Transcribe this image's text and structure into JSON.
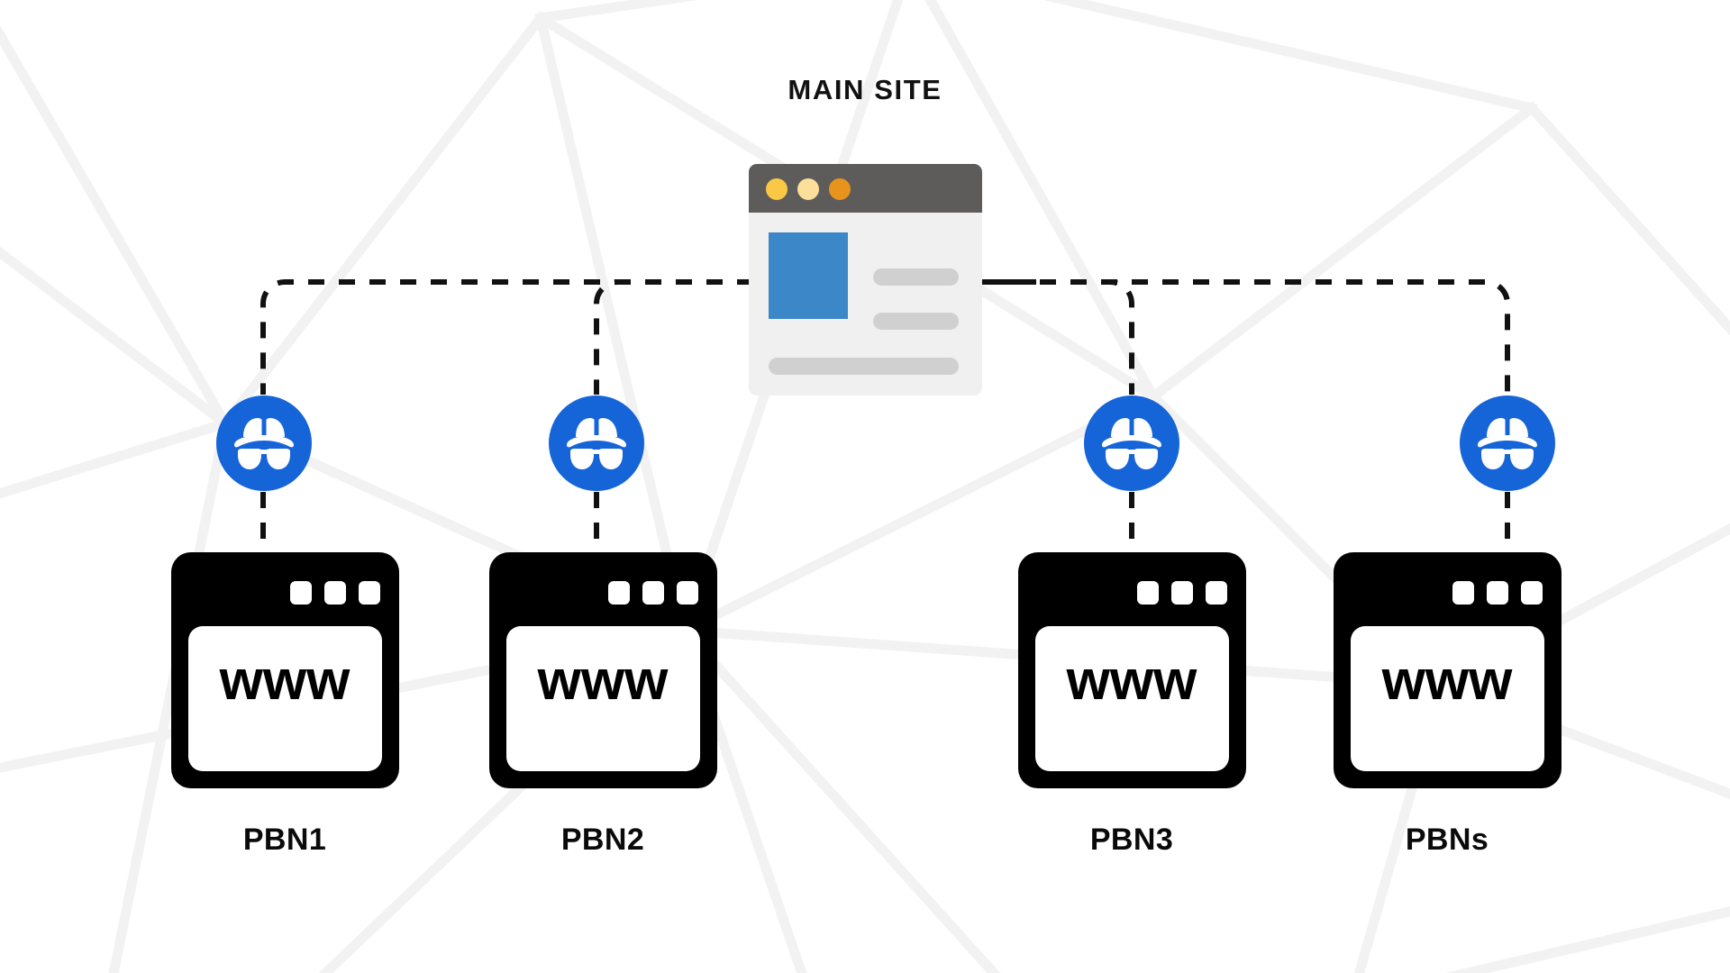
{
  "diagram": {
    "title": "PBN network linking diagram",
    "background_color": "#ffffff",
    "polygon_line_color": "#f2f2f2"
  },
  "main_site": {
    "title": "MAIN SITE",
    "browser": {
      "titlebar_color": "#5e5c5a",
      "body_color": "#f0f0f0",
      "thumbnail_color": "#3b87c8",
      "text_line_color": "#d0d0d0",
      "dots": [
        {
          "name": "dot-yellow",
          "color": "#fac846"
        },
        {
          "name": "dot-cream",
          "color": "#fbdf9a"
        },
        {
          "name": "dot-orange",
          "color": "#e8941c"
        }
      ]
    }
  },
  "connector": {
    "style": "dashed",
    "color": "#111111",
    "width": 6,
    "dash": "18 16"
  },
  "node_icon": {
    "name": "incognito-icon",
    "circle_color": "#1565d8",
    "glyph_color": "#ffffff"
  },
  "nodes": [
    {
      "label": "PBN1",
      "site_text": "www",
      "icon": "incognito-icon"
    },
    {
      "label": "PBN2",
      "site_text": "www",
      "icon": "incognito-icon"
    },
    {
      "label": "PBN3",
      "site_text": "www",
      "icon": "incognito-icon"
    },
    {
      "label": "PBNs",
      "site_text": "www",
      "icon": "incognito-icon"
    }
  ]
}
